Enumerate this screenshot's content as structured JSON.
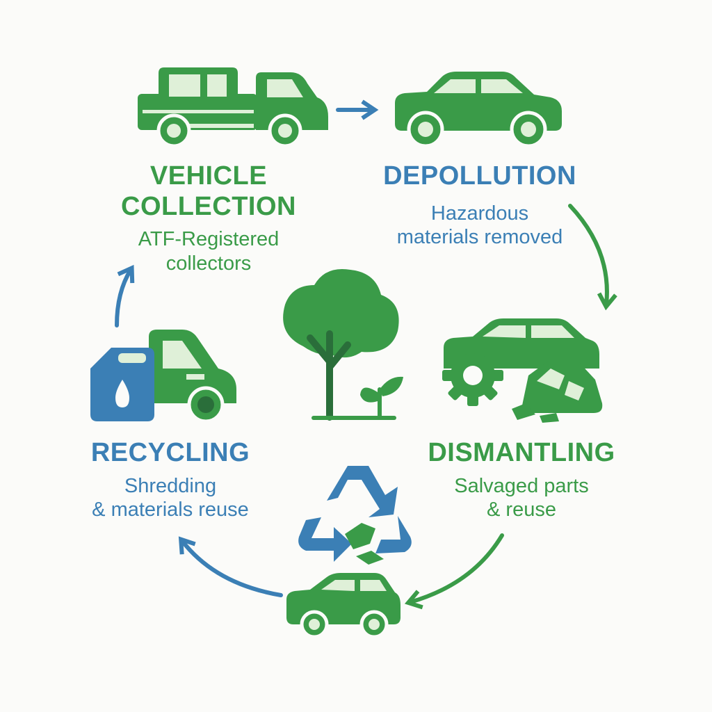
{
  "stages": {
    "collection": {
      "title_line1": "VEHICLE",
      "title_line2": "COLLECTION",
      "desc_line1": "ATF-Registered",
      "desc_line2": "collectors"
    },
    "depollution": {
      "title_line1": "DEPOLLUTION",
      "desc_line1": "Hazardous",
      "desc_line2": "materials removed"
    },
    "dismantling": {
      "title_line1": "DISMANTLING",
      "desc_line1": "Salvaged parts",
      "desc_line2": "& reuse"
    },
    "recycling": {
      "title_line1": "RECYCLING",
      "desc_line1": "Shredding",
      "desc_line2": "& materials reuse"
    }
  },
  "colors": {
    "green": "#3a9b48",
    "dark_green": "#2a6e3a",
    "light_green": "#dff0d8",
    "blue": "#3b7fb5",
    "background": "#fbfbf9"
  },
  "icons": [
    "tow-truck-icon",
    "sedan-icon",
    "damaged-car-icon",
    "gear-icon",
    "scrap-pile-icon",
    "tree-icon",
    "sprout-icon",
    "recycle-symbol-icon",
    "fuel-can-icon",
    "collection-truck-icon",
    "small-car-icon"
  ]
}
